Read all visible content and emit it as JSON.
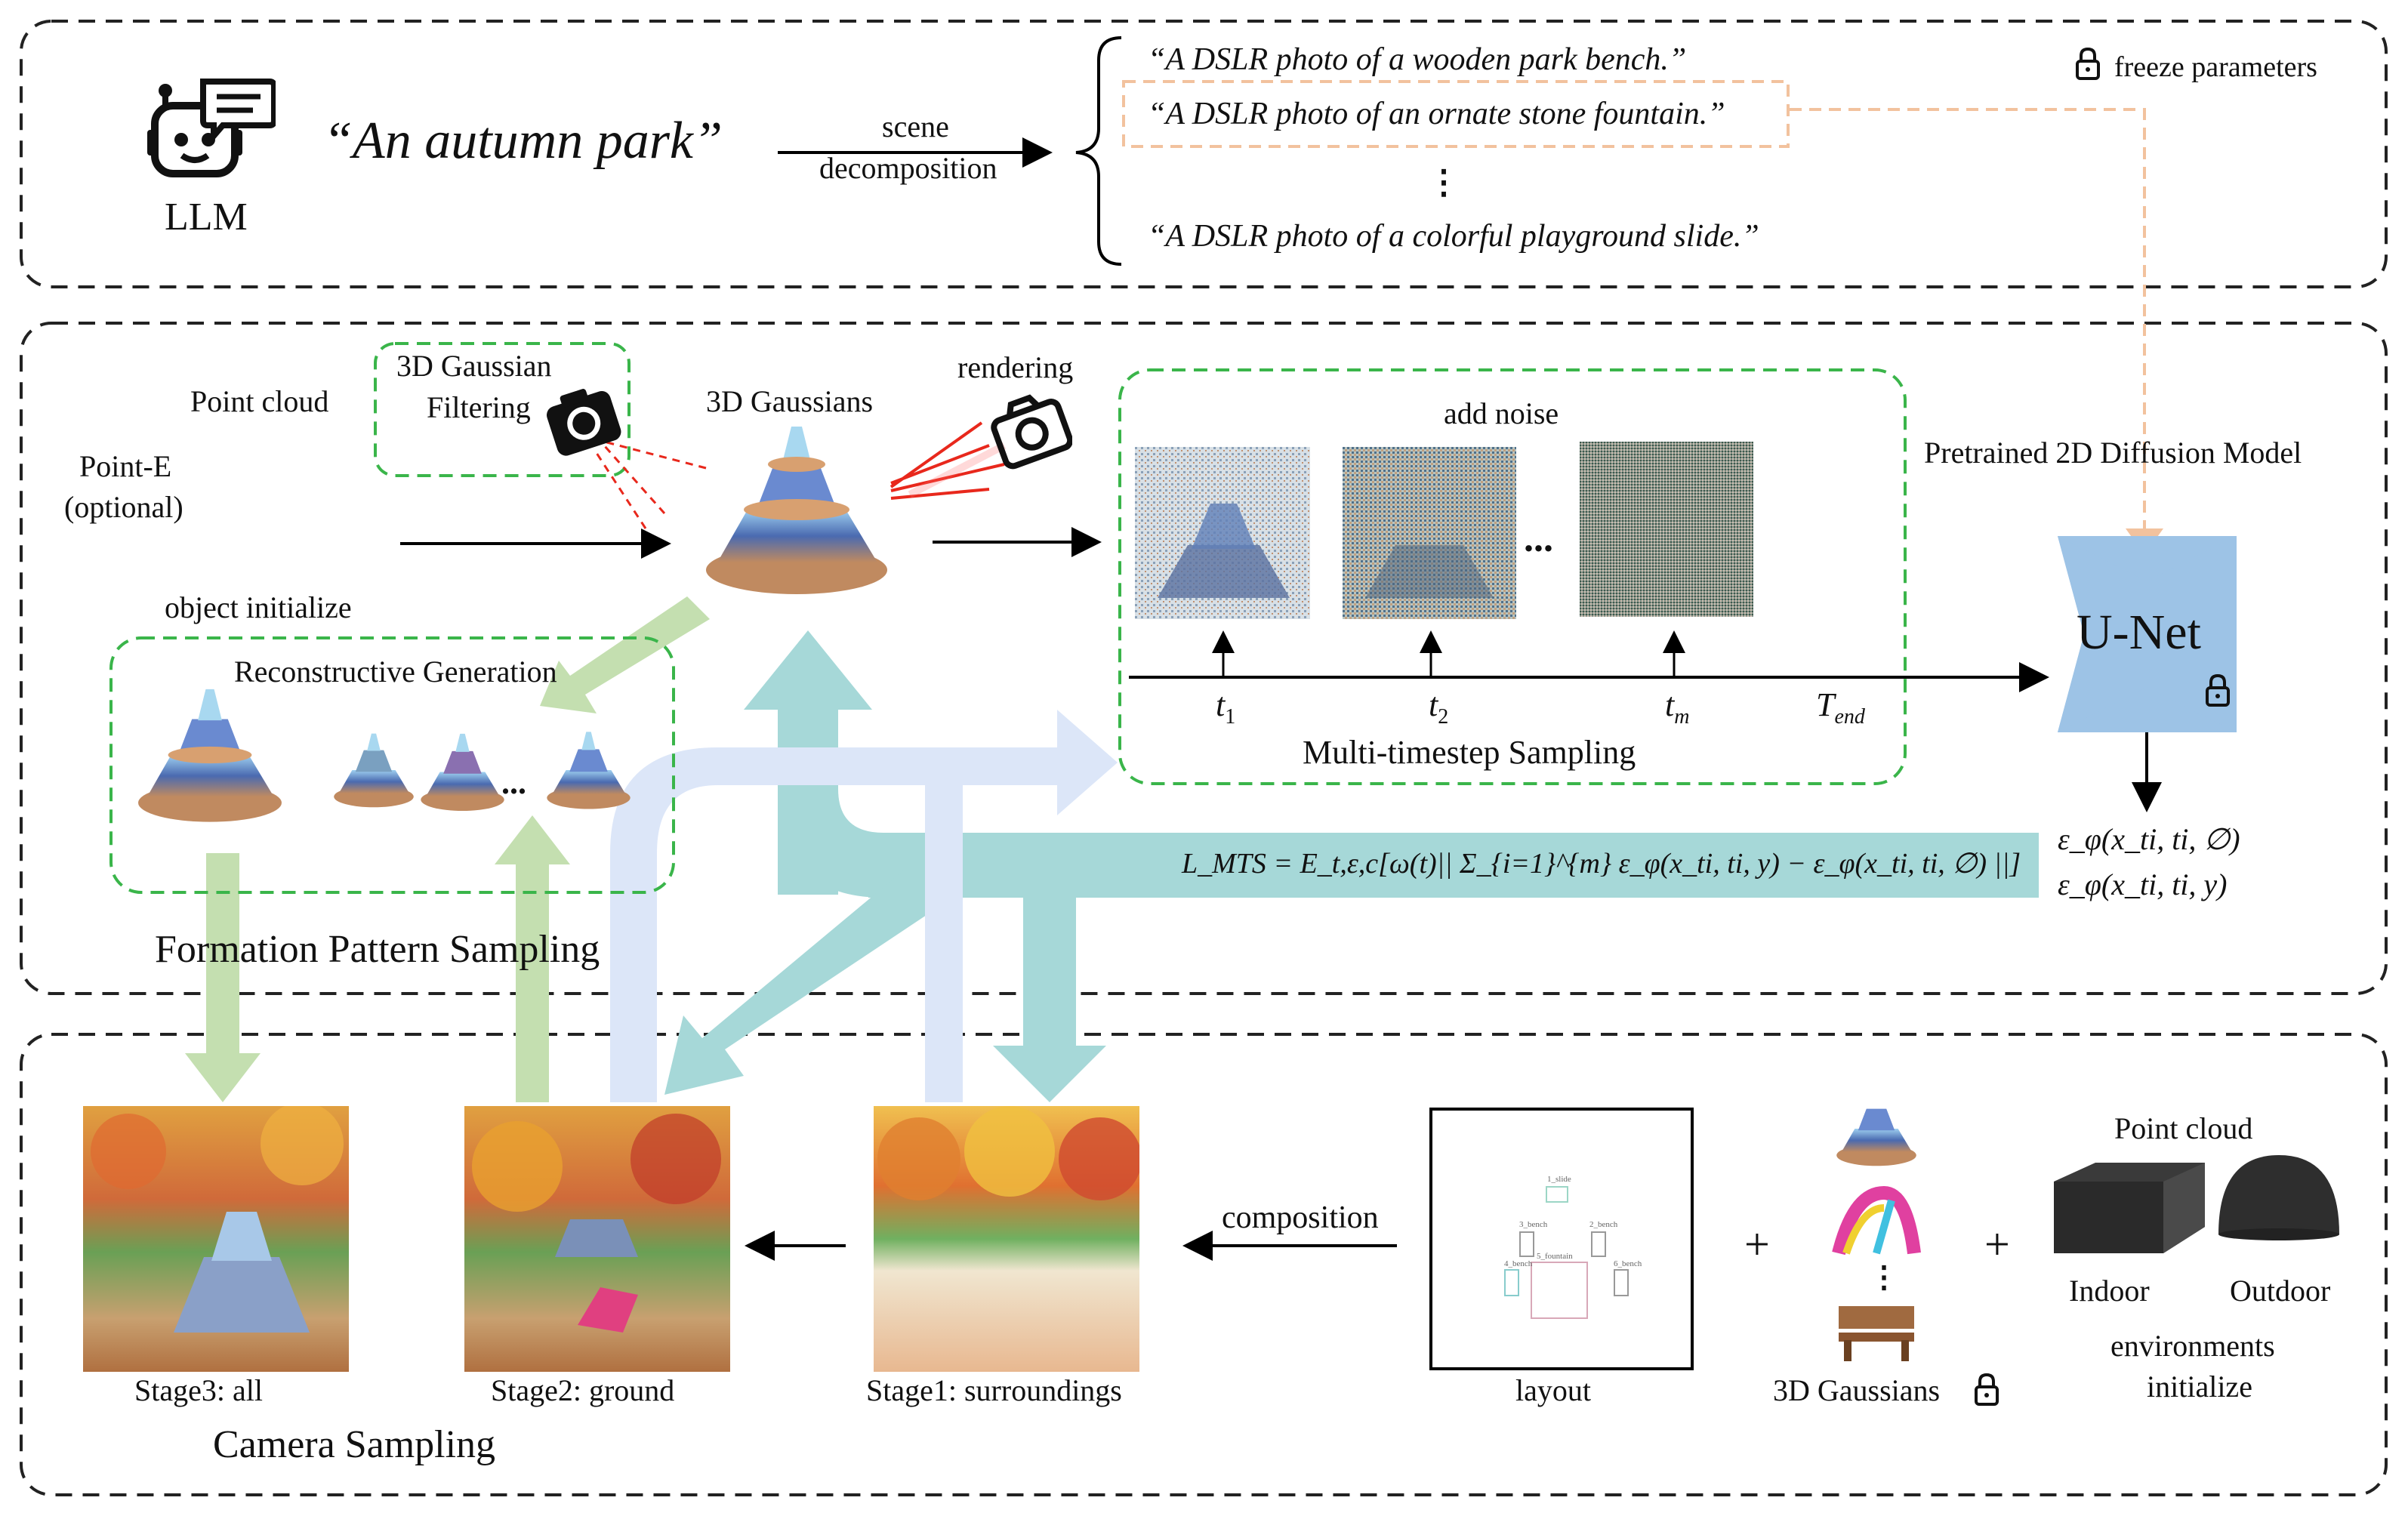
{
  "llm": {
    "label": "LLM",
    "prompt": "“An autumn park”",
    "arrow_label_line1": "scene",
    "arrow_label_line2": "decomposition",
    "freeze_label": "freeze  parameters",
    "sub_prompts": [
      "“A DSLR photo of a wooden park bench.”",
      "“A DSLR photo of an ornate stone fountain.”",
      "⋮",
      "“A DSLR photo of a colorful playground slide.”"
    ]
  },
  "middle": {
    "point_cloud": "Point cloud",
    "point_e_line1": "Point-E",
    "point_e_line2": "(optional)",
    "gaussian_filter_line1": "3D Gaussian",
    "gaussian_filter_line2": "Filtering",
    "gaussians_3d": "3D Gaussians",
    "rendering": "rendering",
    "add_noise": "add noise",
    "dots": "...",
    "pretrained": "Pretrained 2D Diffusion Model",
    "unet": "U-Net",
    "object_initialize": "object initialize",
    "reconstructive": "Reconstructive Generation",
    "recon_dots": "...",
    "timesteps": [
      "t₁",
      "t₂",
      "tₘ",
      "T_end"
    ],
    "t1": "t",
    "t1_sub": "1",
    "t2": "t",
    "t2_sub": "2",
    "tm": "t",
    "tm_sub": "m",
    "tend": "T",
    "tend_sub": "end",
    "multi_timestep": "Multi-timestep Sampling",
    "loss": "L_MTS = E_t,ε,c[ω(t)|| Σ_{i=1}^{m} ε_φ(x_ti, ti, y) − ε_φ(x_ti, ti, ∅) ||]",
    "eps_uncond": "ε_φ(x_ti, ti, ∅)",
    "eps_cond": "ε_φ(x_ti, ti, y)",
    "formation": "Formation Pattern Sampling"
  },
  "bottom": {
    "stage3": "Stage3: all",
    "stage2": "Stage2: ground",
    "stage1": "Stage1: surroundings",
    "composition": "composition",
    "layout": "layout",
    "layout_labels": [
      "1_slide",
      "3_bench",
      "2_bench",
      "4_bench",
      "5_fountain",
      "6_bench"
    ],
    "plus": "+",
    "gaussians_3d": "3D Gaussians",
    "vdots": "⋮",
    "point_cloud": "Point cloud",
    "indoor": "Indoor",
    "outdoor": "Outdoor",
    "env_line1": "environments",
    "env_line2": "initialize",
    "camera_sampling": "Camera Sampling"
  },
  "colors": {
    "teal": "#a6d8d8",
    "light_blue": "#dce6f8",
    "green_arrow": "#c4dfb0",
    "green_dash": "#3ab54a",
    "orange_dash": "#f2c29e",
    "unet_blue": "#9dc3e6"
  }
}
